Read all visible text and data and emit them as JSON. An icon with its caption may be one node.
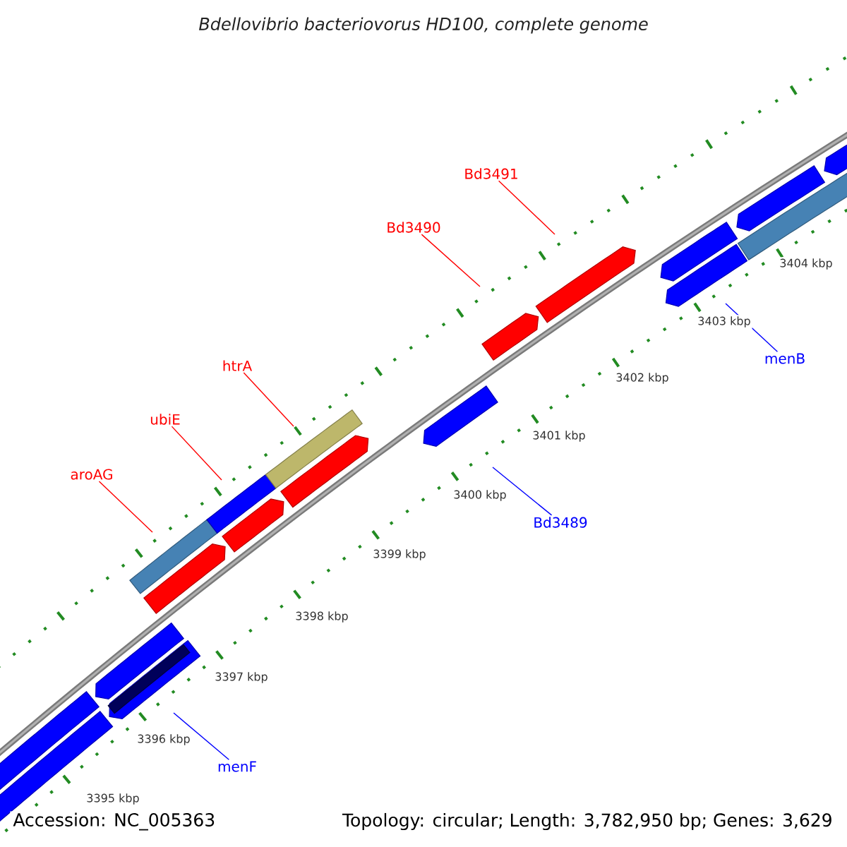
{
  "diagram": {
    "title": "Bdellovibrio bacteriovorus HD100, complete genome",
    "nodes": [
      {
        "text": [
          "aroAG"
        ]
      },
      {
        "text": [
          "ubiE"
        ]
      },
      {
        "text": [
          "htrA"
        ]
      },
      {
        "text": [
          "Bd3490"
        ]
      },
      {
        "text": [
          "Bd3491"
        ]
      },
      {
        "text": [
          "Bd3489"
        ]
      },
      {
        "text": [
          "menB"
        ]
      },
      {
        "text": [
          "menF"
        ]
      }
    ],
    "edges": [
      {
        "from": 0,
        "to": null,
        "arrow": "none"
      },
      {
        "from": 1,
        "to": null,
        "arrow": "none"
      },
      {
        "from": 2,
        "to": null,
        "arrow": "none"
      },
      {
        "from": 3,
        "to": null,
        "arrow": "none"
      },
      {
        "from": 4,
        "to": null,
        "arrow": "none"
      },
      {
        "from": 5,
        "to": null,
        "arrow": "none",
        "color": "#0000ff"
      },
      {
        "from": 6,
        "to": null,
        "arrow": "none",
        "color": "#0000ff"
      },
      {
        "from": 7,
        "to": null,
        "arrow": "none",
        "color": "#0000ff"
      }
    ],
    "labels": [
      "3404 kbp",
      "3403 kbp",
      "3402 kbp",
      "3401 kbp",
      "3400 kbp",
      "3399 kbp",
      "3398 kbp",
      "3397 kbp",
      "3396 kbp",
      "3395 kbp",
      "Accession: NC_005363",
      "Topology: circular; Length: 3,782,950 bp; Genes: 3,629"
    ]
  }
}
